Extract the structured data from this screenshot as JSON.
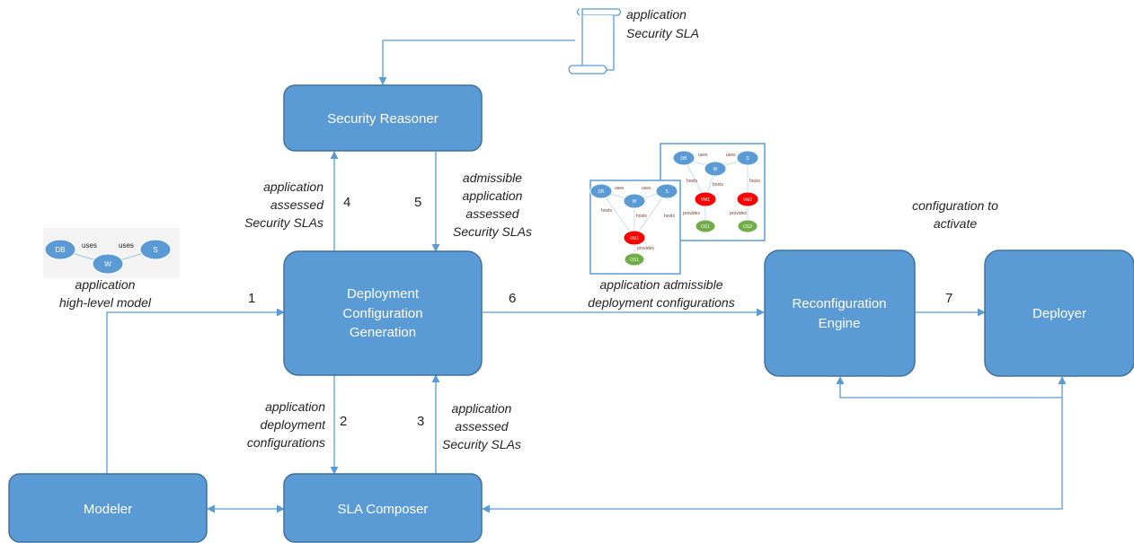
{
  "boxes": {
    "security_reasoner": "Security Reasoner",
    "deployment_line1": "Deployment",
    "deployment_line2": "Configuration",
    "deployment_line3": "Generation",
    "sla_composer": "SLA Composer",
    "modeler": "Modeler",
    "reconf_line1": "Reconfiguration",
    "reconf_line2": "Engine",
    "deployer": "Deployer"
  },
  "document": {
    "label_line1": "application",
    "label_line2": "Security SLA"
  },
  "flows": [
    {
      "number": "1",
      "lines": [
        "application",
        "high-level model"
      ]
    },
    {
      "number": "2",
      "lines": [
        "application",
        "deployment",
        "configurations"
      ]
    },
    {
      "number": "3",
      "lines": [
        "application",
        "assessed",
        "Security SLAs"
      ]
    },
    {
      "number": "4",
      "lines": [
        "application",
        "assessed",
        "Security SLAs"
      ]
    },
    {
      "number": "5",
      "lines": [
        "admissible",
        "application",
        "assessed",
        "Security SLAs"
      ]
    },
    {
      "number": "6",
      "lines": [
        "application admissible",
        "deployment configurations"
      ]
    },
    {
      "number": "7",
      "lines": [
        "configuration to",
        "activate"
      ]
    }
  ],
  "model_thumbnail": {
    "nodes": [
      "DB",
      "W",
      "S"
    ],
    "edges": [
      "uses",
      "uses"
    ]
  },
  "config_thumbnail": {
    "nodes": [
      "DB",
      "W",
      "S",
      "VM1",
      "VM2",
      "OS1",
      "OS2"
    ],
    "edges": [
      "uses",
      "uses",
      "hosts",
      "hosts",
      "hosts",
      "provides",
      "provides"
    ]
  },
  "colors": {
    "box_fill": "#5b9bd5",
    "box_stroke": "#41719c",
    "node_blue": "#5b9bd5",
    "node_red": "#ff0000",
    "node_green": "#70ad47"
  }
}
